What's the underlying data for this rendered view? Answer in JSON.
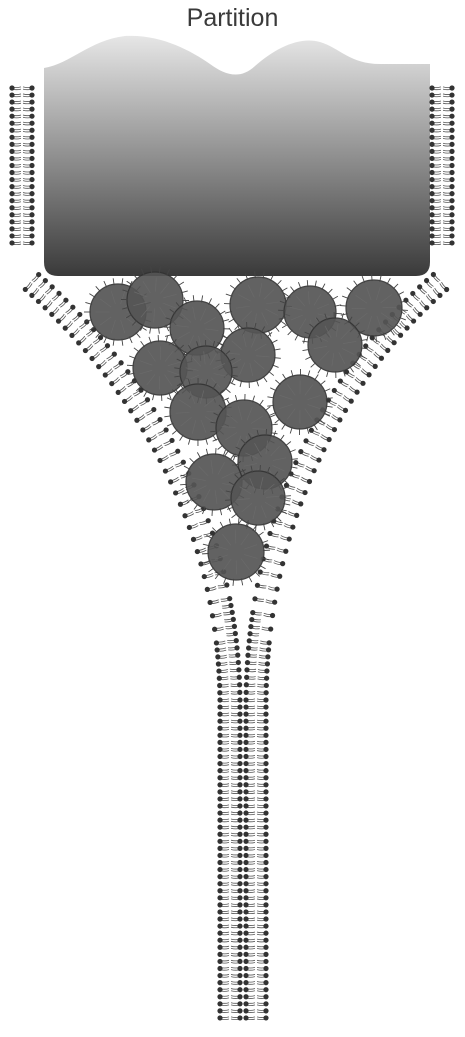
{
  "diagram": {
    "title": "Partition",
    "colors": {
      "partition_top": "#e6e6e6",
      "partition_bottom": "#3a3a3a",
      "lipid_head": "#333333",
      "lipid_tail": "#555555",
      "vesicle_fill": "#555555",
      "vesicle_edge": "#333333"
    },
    "components": [
      {
        "name": "partition-block"
      },
      {
        "name": "left-bilayer-wall"
      },
      {
        "name": "right-bilayer-wall"
      },
      {
        "name": "funnel-left-membrane"
      },
      {
        "name": "funnel-right-membrane"
      },
      {
        "name": "vesicle-cluster"
      }
    ]
  }
}
